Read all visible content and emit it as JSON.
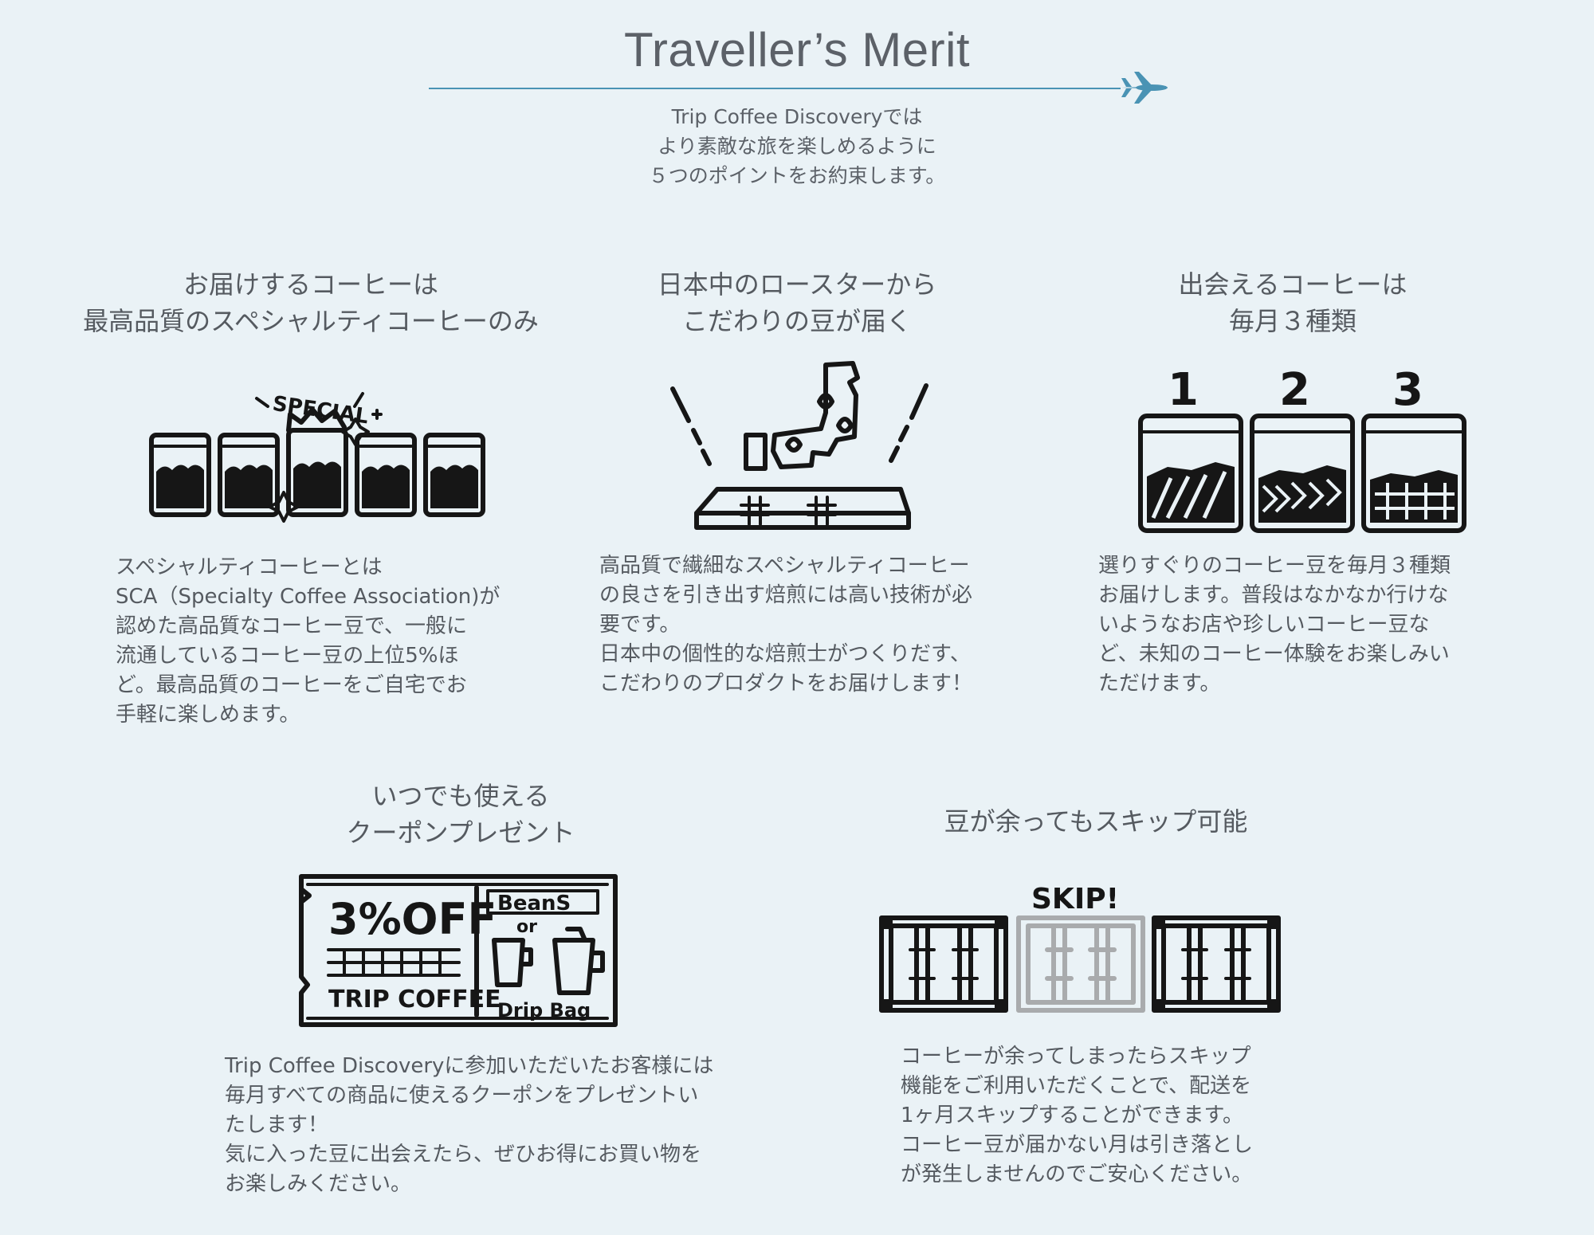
{
  "header": {
    "title": "Traveller’s Merit",
    "intro": [
      "Trip Coffee Discoveryでは",
      "より素敵な旅を楽しめるように",
      "５つのポイントをお約束します。"
    ]
  },
  "merits": [
    {
      "heading": [
        "お届けするコーヒーは",
        "最高品質のスペシャルティコーヒーのみ"
      ],
      "illustration_text": "SPECIAL",
      "icon": "five-coffee-bags-special-icon",
      "body": [
        "スペシャルティコーヒーとは",
        "SCA（Specialty Coffee Association)が",
        "認めた高品質なコーヒー豆で、一般に",
        "流通しているコーヒー豆の上位5%ほ",
        "ど。最高品質のコーヒーをご自宅でお",
        "手軽に楽しめます。"
      ]
    },
    {
      "heading": [
        "日本中のロースターから",
        "こだわりの豆が届く"
      ],
      "icon": "japan-map-roaster-icon",
      "body": [
        "高品質で繊細なスペシャルティコーヒー",
        "の良さを引き出す焙煎には高い技術が必",
        "要です。",
        "日本中の個性的な焙煎士がつくりだす、",
        "こだわりのプロダクトをお届けします！"
      ]
    },
    {
      "heading": [
        "出会えるコーヒーは",
        "毎月３種類"
      ],
      "illustration_labels": [
        "1",
        "2",
        "3"
      ],
      "icon": "three-jars-icon",
      "body": [
        "選りすぐりのコーヒー豆を毎月３種類",
        "お届けします。普段はなかなか行けな",
        "いようなお店や珍しいコーヒー豆な",
        "ど、未知のコーヒー体験をお楽しみい",
        "ただけます。"
      ]
    },
    {
      "heading": [
        "いつでも使える",
        "クーポンプレゼント"
      ],
      "coupon": {
        "discount": "3%OFF",
        "brand": "TRIP COFFEE",
        "top": "BeanS",
        "middle": "or",
        "bottom": "Drip Bag"
      },
      "icon": "coupon-ticket-icon",
      "body": [
        "Trip Coffee Discoveryに参加いただいたお客様には",
        "毎月すべての商品に使えるクーポンをプレゼントい",
        "たします！",
        "気に入った豆に出会えたら、ぜひお得にお買い物を",
        "お楽しみください。"
      ]
    },
    {
      "heading": [
        "豆が余ってもスキップ可能"
      ],
      "illustration_text": "SKIP!",
      "icon": "skip-boxes-icon",
      "body": [
        "コーヒーが余ってしまったらスキップ",
        "機能をご利用いただくことで、配送を",
        "1ヶ月スキップすることができます。",
        "コーヒー豆が届かない月は引き落とし",
        "が発生しませんのでご安心ください。"
      ]
    }
  ],
  "colors": {
    "background": "#eaf2f6",
    "accent": "#4a93b4",
    "text": "#555a60",
    "ink": "#161616"
  }
}
